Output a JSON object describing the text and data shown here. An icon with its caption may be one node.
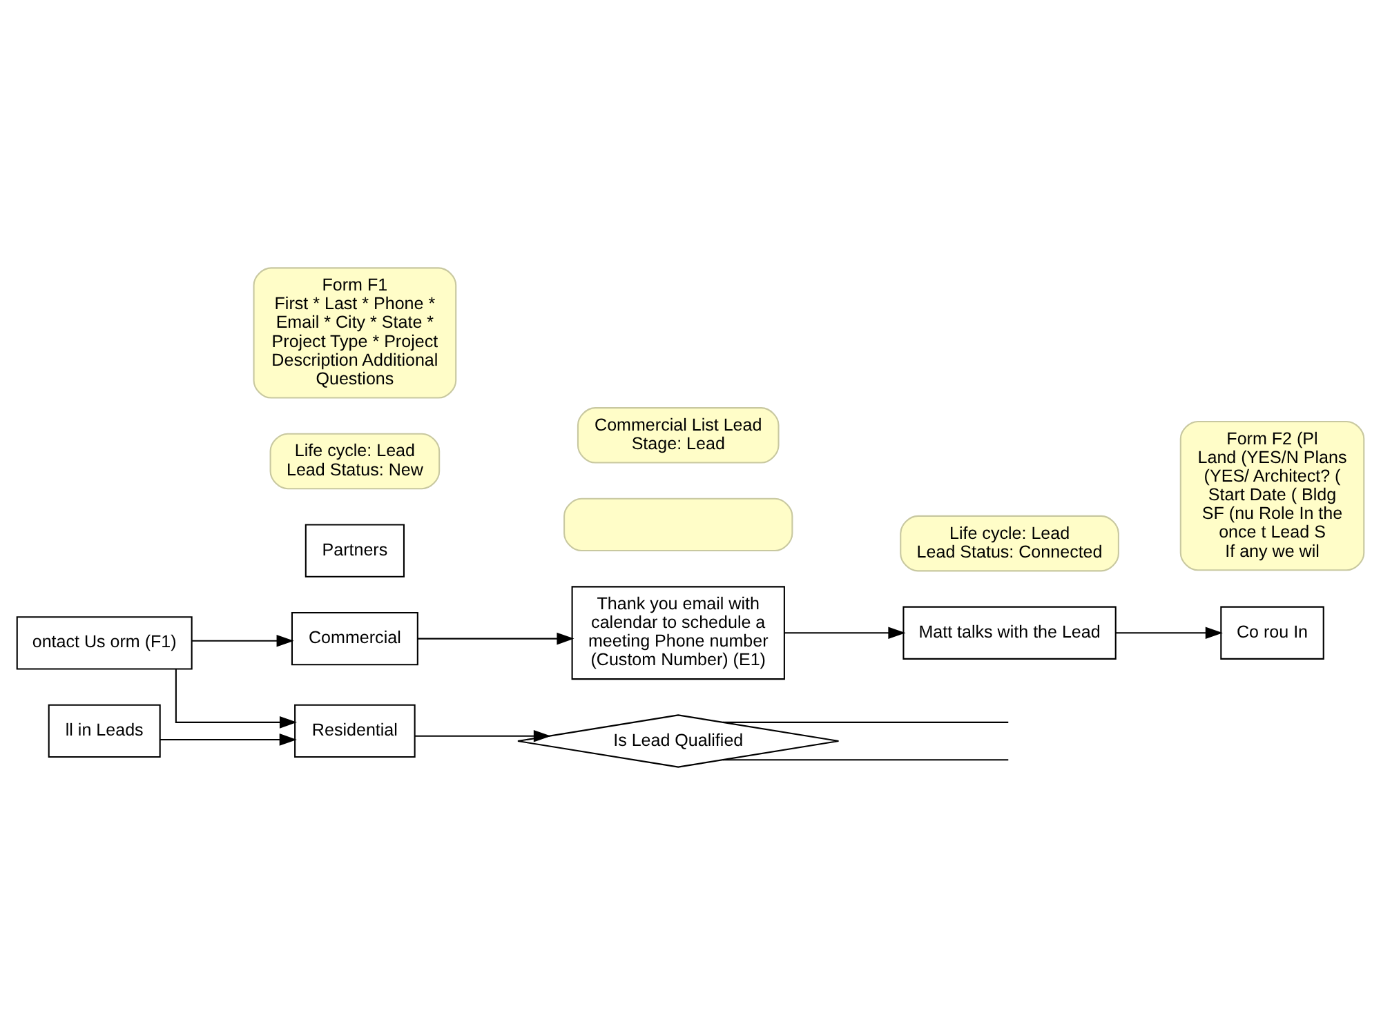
{
  "diagram": {
    "nodes": [
      {
        "text": [
          "ontact Us orm (F1)"
        ]
      },
      {
        "text": [
          "ll in Leads"
        ]
      },
      {
        "text": [
          "Commercial"
        ]
      },
      {
        "text": [
          "Thank you email with calendar to schedule a meeting Phone number (Custom Number) (E1)"
        ]
      },
      {
        "text": [
          "Matt talks with the Lead"
        ]
      },
      {
        "text": [
          "Co rou In"
        ]
      },
      {
        "text": [
          "Residential"
        ]
      },
      {
        "text": [
          "Is Lead Qualified"
        ]
      },
      {
        "text": [
          "Partners"
        ]
      },
      {
        "text": [],
        "shape": "box"
      },
      {
        "text": [
          "Life cycle: Lead",
          "Lead Status: New"
        ]
      },
      {
        "text": [
          "Form F1",
          "First * Last * Phone * Email * City * State * Project Type * Project Description Additional Questions"
        ]
      },
      {
        "text": [
          "Commercial List Lead Stage: Lead"
        ]
      },
      {
        "text": [
          "Life cycle: Lead",
          "Lead Status: Connected"
        ]
      },
      {
        "text": [
          "Form F2 (Pl",
          "Land (YES/N Plans (YES/ Architect? ( Start Date ( Bldg SF (nu Role In the",
          "once t Lead S",
          "If any we wil"
        ]
      }
    ],
    "edges": [
      {
        "from": 0,
        "to": 2,
        "arrow": "to"
      },
      {
        "from": 0,
        "to": 6,
        "arrow": "to"
      },
      {
        "from": 1,
        "to": 6,
        "arrow": "to"
      },
      {
        "from": 2,
        "to": 3,
        "arrow": "to"
      },
      {
        "from": 3,
        "to": 4,
        "arrow": "to"
      },
      {
        "from": 4,
        "to": 5,
        "arrow": "to"
      },
      {
        "from": 6,
        "to": 7,
        "arrow": "to"
      },
      {
        "from": 7,
        "to": null,
        "arrow": "none"
      },
      {
        "from": 7,
        "to": null,
        "arrow": "none"
      }
    ]
  }
}
